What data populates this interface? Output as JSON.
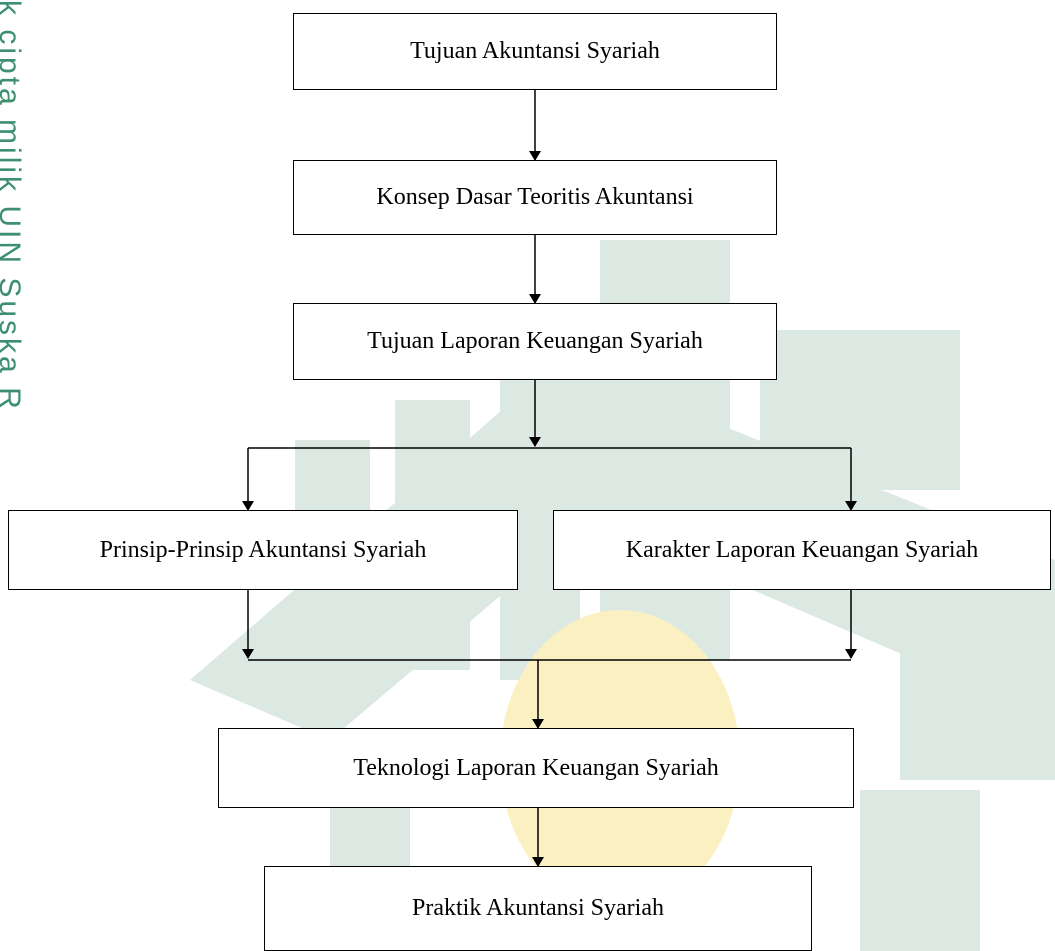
{
  "side_text": "k cipta milik UIN Suska R",
  "nodes": {
    "tujuan_akuntansi": "Tujuan Akuntansi Syariah",
    "konsep_dasar": "Konsep Dasar Teoritis Akuntansi",
    "tujuan_laporan": "Tujuan Laporan Keuangan Syariah",
    "prinsip": "Prinsip-Prinsip Akuntansi Syariah",
    "karakter": "Karakter Laporan Keuangan Syariah",
    "teknologi": "Teknologi Laporan Keuangan Syariah",
    "praktik": "Praktik Akuntansi Syariah"
  },
  "colors": {
    "watermark_green": "#dbe9e2",
    "watermark_gold": "#fbf0c2",
    "side_text": "#3d8f70",
    "line": "#000000"
  }
}
